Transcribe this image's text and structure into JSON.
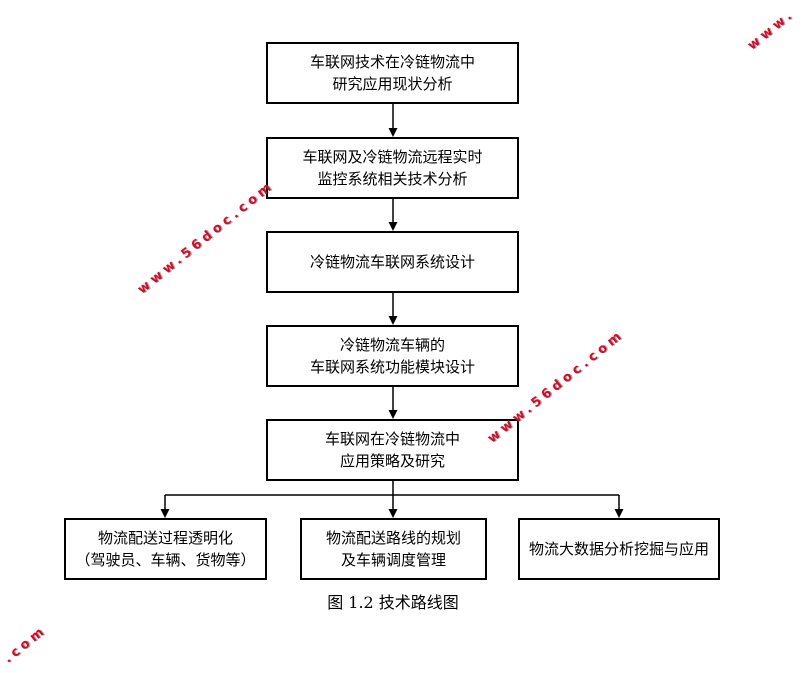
{
  "flowchart": {
    "steps": [
      {
        "lines": [
          "车联网技术在冷链物流中",
          "研究应用现状分析"
        ]
      },
      {
        "lines": [
          "车联网及冷链物流远程实时",
          "监控系统相关技术分析"
        ]
      },
      {
        "lines": [
          "冷链物流车联网系统设计"
        ]
      },
      {
        "lines": [
          "冷链物流车辆的",
          "车联网系统功能模块设计"
        ]
      },
      {
        "lines": [
          "车联网在冷链物流中",
          "应用策略及研究"
        ]
      }
    ],
    "branches": [
      {
        "lines": [
          "物流配送过程透明化",
          "（驾驶员、车辆、货物等）"
        ]
      },
      {
        "lines": [
          "物流配送路线的规划",
          "及车辆调度管理"
        ]
      },
      {
        "lines": [
          "物流大数据分析挖掘与应用"
        ]
      }
    ]
  },
  "caption": "图 1.2 技术路线图",
  "watermarks": [
    "www.",
    "www.56doc.com",
    "www.56doc.com",
    ".com"
  ],
  "colors": {
    "box_border": "#000000",
    "text": "#000000",
    "watermark": "#c8102e",
    "background": "#ffffff"
  }
}
